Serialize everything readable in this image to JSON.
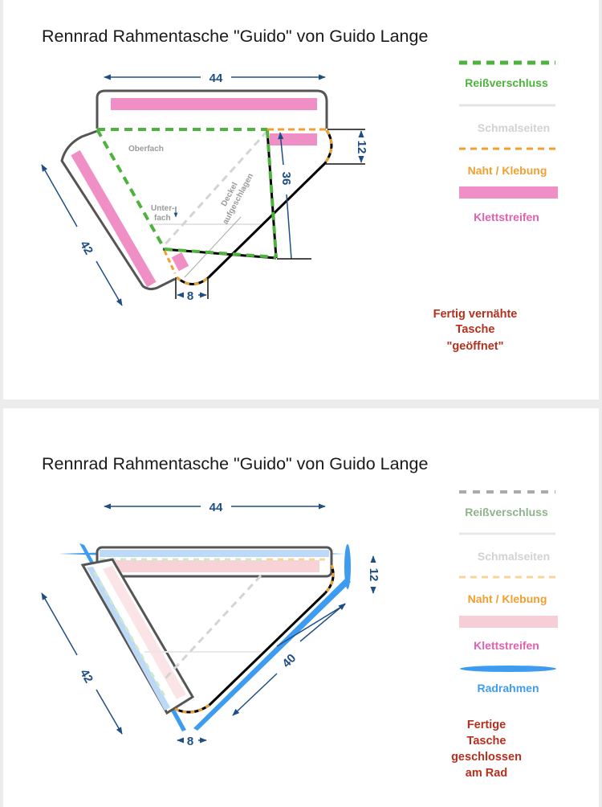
{
  "panels": [
    {
      "title": "Rennrad Rahmentasche \"Guido\" von Guido Lange",
      "dimensions": {
        "top": "44",
        "side": "42",
        "height": "36",
        "right": "12",
        "bottom": "8"
      },
      "labels": {
        "upper_compartment": "Oberfach",
        "lower_1": "Unter-",
        "lower_2": "fach",
        "lid_1": "Deckel",
        "lid_2": "aufgeschlagen"
      },
      "legend": [
        "Reißverschluss",
        "Schmalseiten",
        "Naht / Klebung",
        "Klettstreifen"
      ],
      "note": [
        "Fertig vernähte",
        "Tasche",
        "\"geöffnet\""
      ]
    },
    {
      "title": "Rennrad Rahmentasche \"Guido\" von Guido Lange",
      "dimensions": {
        "top": "44",
        "side": "42",
        "diagonal": "40",
        "right": "12",
        "bottom": "8"
      },
      "legend": [
        "Reißverschluss",
        "Schmalseiten",
        "Naht / Klebung",
        "Klettstreifen",
        "Radrahmen"
      ],
      "note": [
        "Fertige",
        "Tasche",
        "geschlossen",
        "am Rad"
      ]
    }
  ],
  "colors": {
    "zipper": "#4db33d",
    "seam": "#f0a030",
    "velcro": "#ef8fc6",
    "frame": "#3d9cf0",
    "dimension": "#1f4e85",
    "note": "#b5301e"
  }
}
